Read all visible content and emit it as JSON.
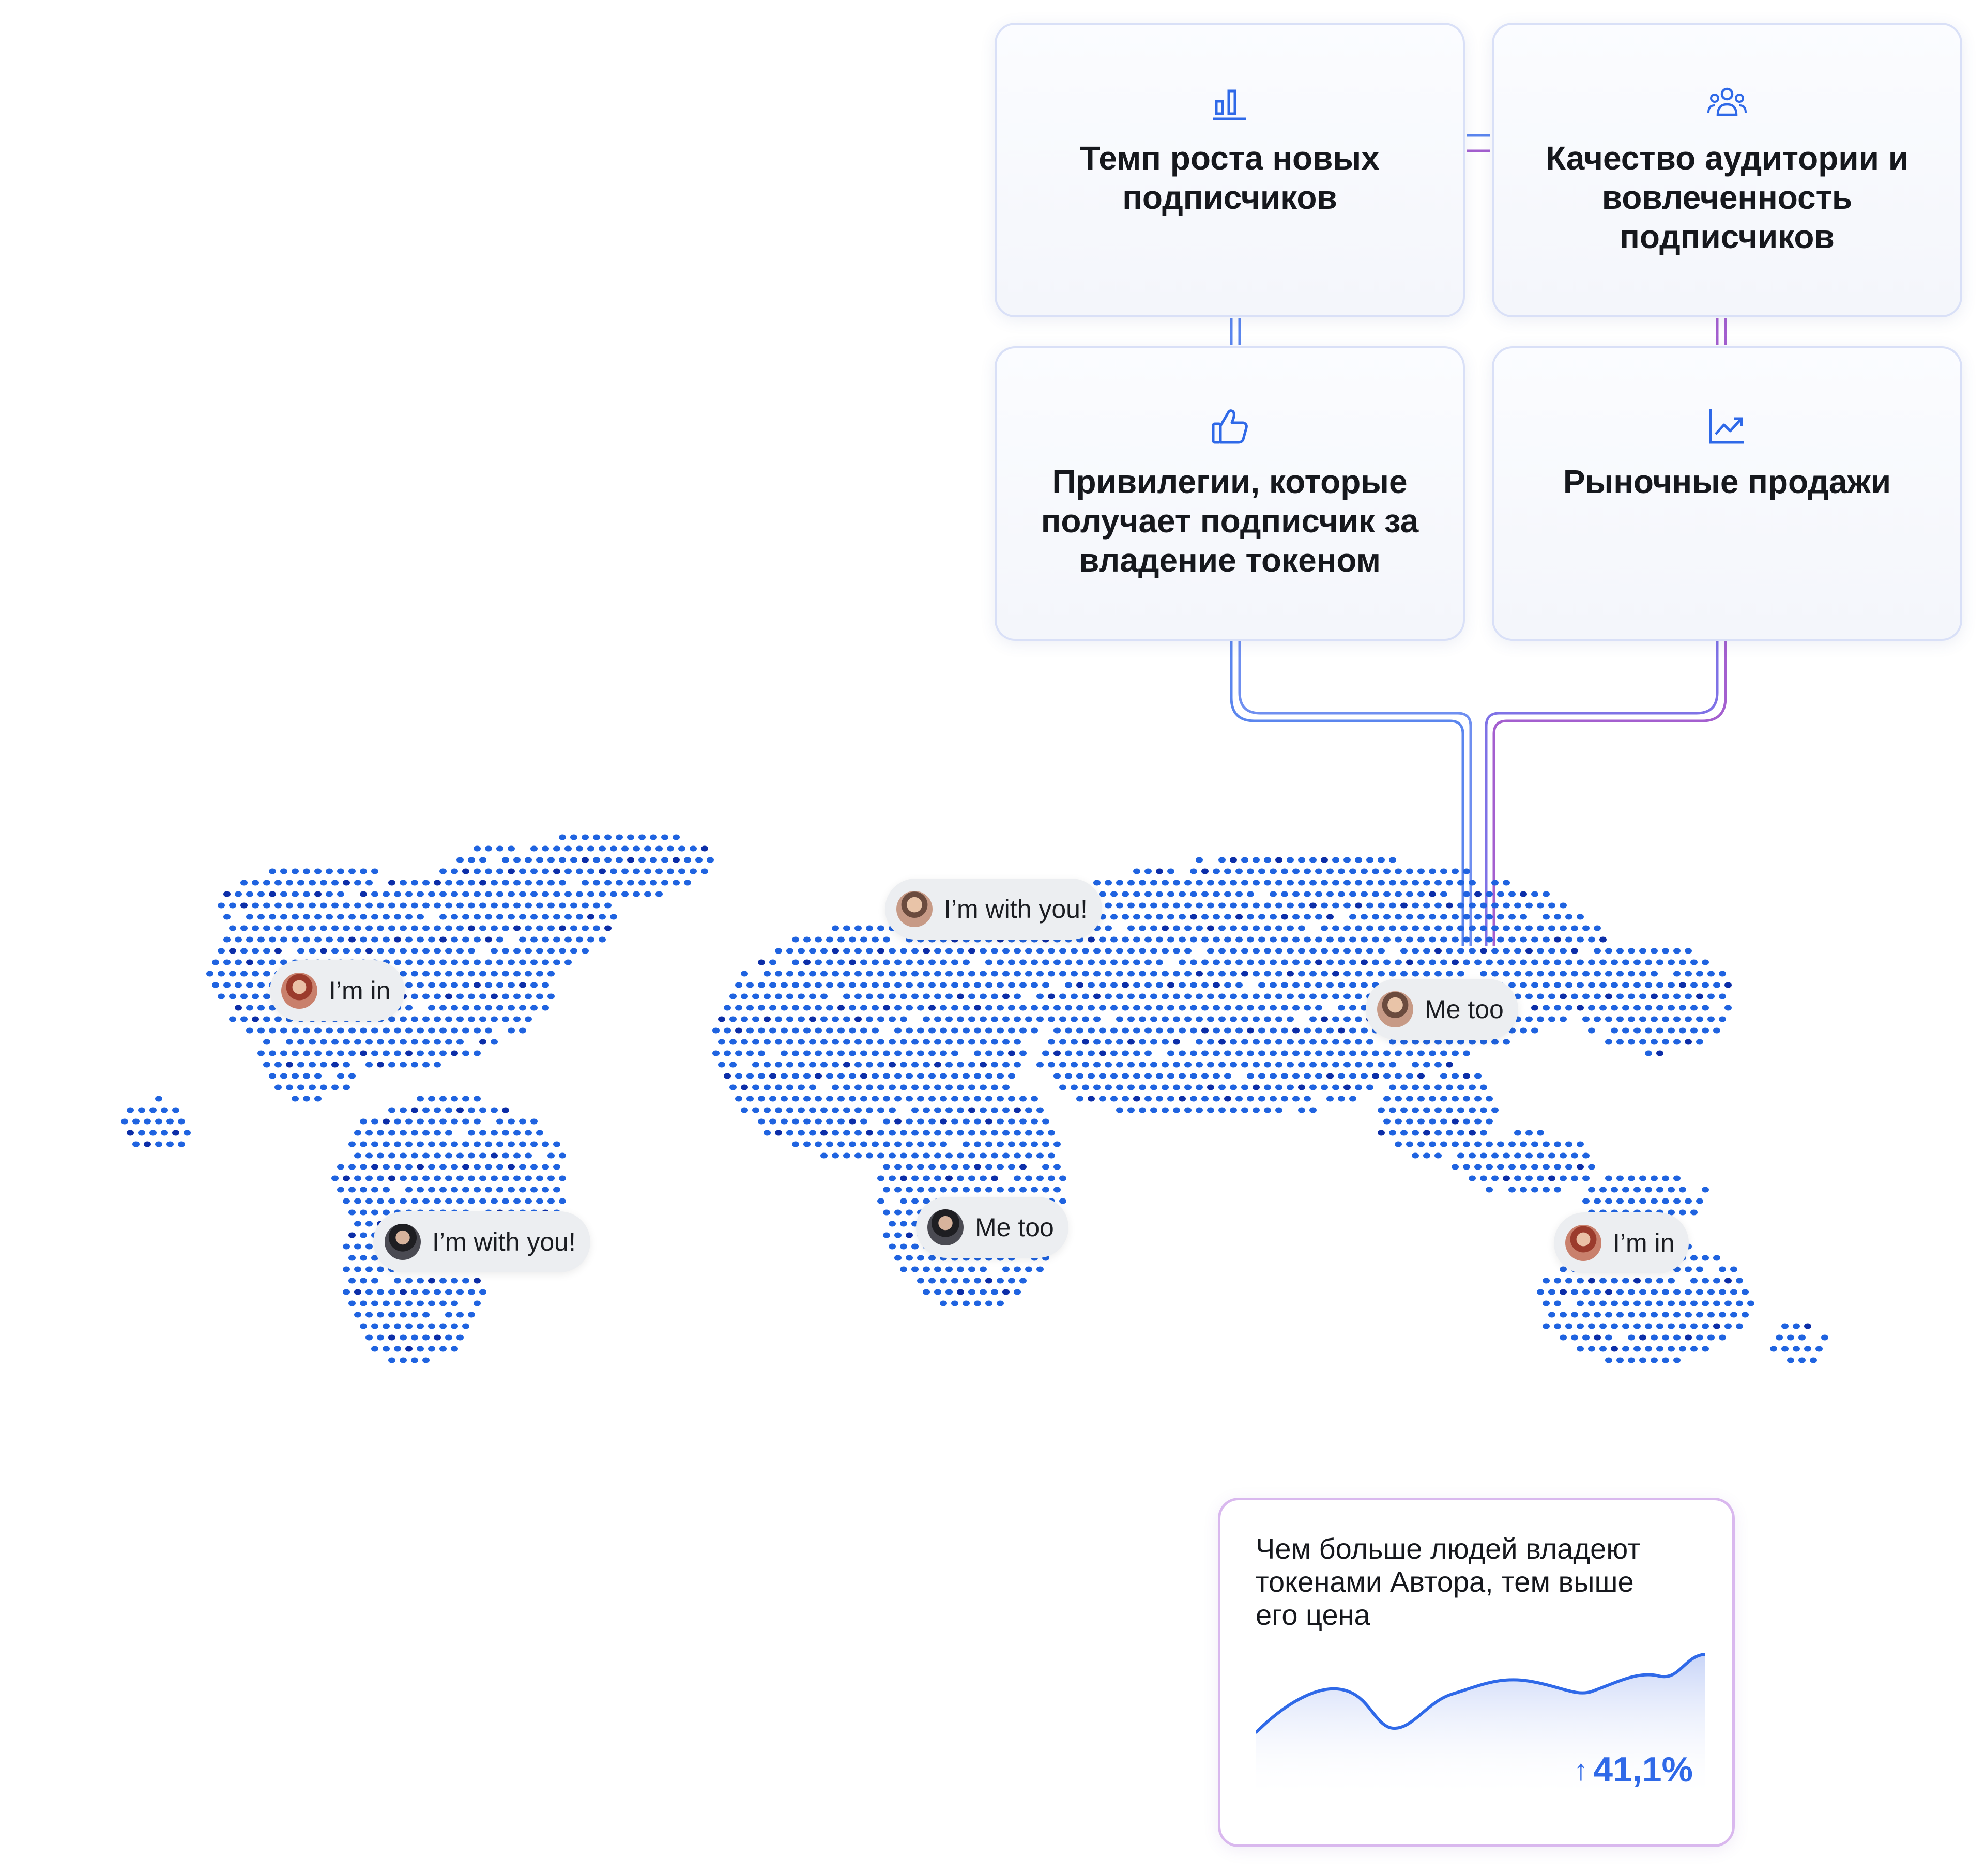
{
  "cards": [
    {
      "icon": "bar-chart-icon",
      "title": "Темп роста новых подписчиков"
    },
    {
      "icon": "users-icon",
      "title": "Качество аудитории и вовлеченность подписчиков"
    },
    {
      "icon": "thumbs-up-icon",
      "title": "Привилегии, которые получает подписчик за владение токеном"
    },
    {
      "icon": "trending-up-icon",
      "title": "Рыночные продажи"
    }
  ],
  "bubbles": [
    {
      "label": "I’m in",
      "avatar": "avatar-man-red-shirt"
    },
    {
      "label": "I’m with you!",
      "avatar": "avatar-man-dark"
    },
    {
      "label": "I’m with you!",
      "avatar": "avatar-woman"
    },
    {
      "label": "Me too",
      "avatar": "avatar-man-dark-hair"
    },
    {
      "label": "Me too",
      "avatar": "avatar-woman-dark-hair"
    },
    {
      "label": "I’m in",
      "avatar": "avatar-woman-red-hair"
    }
  ],
  "price_card": {
    "text": "Чем больше людей владеют токенами Автора, тем выше его цена",
    "stat": "41,1%",
    "stat_icon": "arrow-up-icon"
  },
  "colors": {
    "map_dot": "#1f63e0",
    "map_dot_dark": "#0c2ea8",
    "line_blue": "#5b86ee",
    "line_purple": "#a45fcf",
    "accent": "#2f69e8"
  }
}
